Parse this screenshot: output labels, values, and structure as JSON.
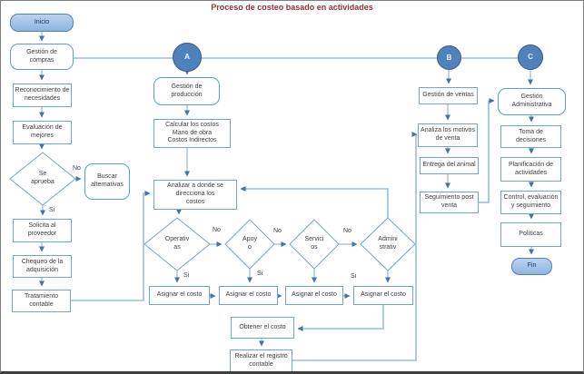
{
  "title": "Proceso de costeo basado en actividades",
  "labels": {
    "no": "No",
    "si": "Si"
  },
  "connectors": {
    "a": "A",
    "b": "B",
    "c": "C"
  },
  "nodes": {
    "inicio": "Inicio",
    "gestion_compras": "Gestión de\ncompras",
    "reconocimiento": "Reconocimiento de\nnecesidades",
    "evaluacion": "Evaluación de\nmejores",
    "se_aprueba": "Se\naprueba",
    "buscar_alternativas": "Buscar\nalternativas",
    "solicita_proveedor": "Solicita al\nproveedor",
    "chequeo_adquisicion": "Chequeo de la\nadquisición",
    "tratamiento_contable": "Tratamiento\ncontable",
    "gestion_produccion": "Gestión de\nproducción",
    "calcular_costos": "Calcular los costos\nMano de obra\nCostos Indirectos",
    "analizar_costos": "Analizar a donde se\ndirecciona los\ncostos",
    "operativas": "Operativ\nas",
    "apoyo": "Apoy\no",
    "servicios": "Servici\nos",
    "administrativ": "Admini\nstrativ",
    "asignar_costo": "Asignar el costo",
    "obtener_costo": "Obtener el costo",
    "realizar_registro": "Realizar el registro\ncontable",
    "gestion_ventas": "Gestión  de ventas",
    "analiza_motivos": "Analiza los motivos\nde venta",
    "entrega_animal": "Entrega del animal",
    "seguimiento_post": "Seguimiento post\nventa",
    "gestion_administrativa": "Gestión\nAdministrativa",
    "toma_decisiones": "Toma de\ndecisiones",
    "planificacion": "Planificación de\nactividades",
    "control_evaluacion": "Control, evaluación\ny seguimiento",
    "politicas": "Políticas",
    "fin": "Fin"
  },
  "colors": {
    "accent_blue": "#4f81bd",
    "line_blue": "#7da7d8",
    "border_blue": "#74a2d4",
    "terminal_fill": "#8db4e2",
    "title_color": "#943634"
  }
}
